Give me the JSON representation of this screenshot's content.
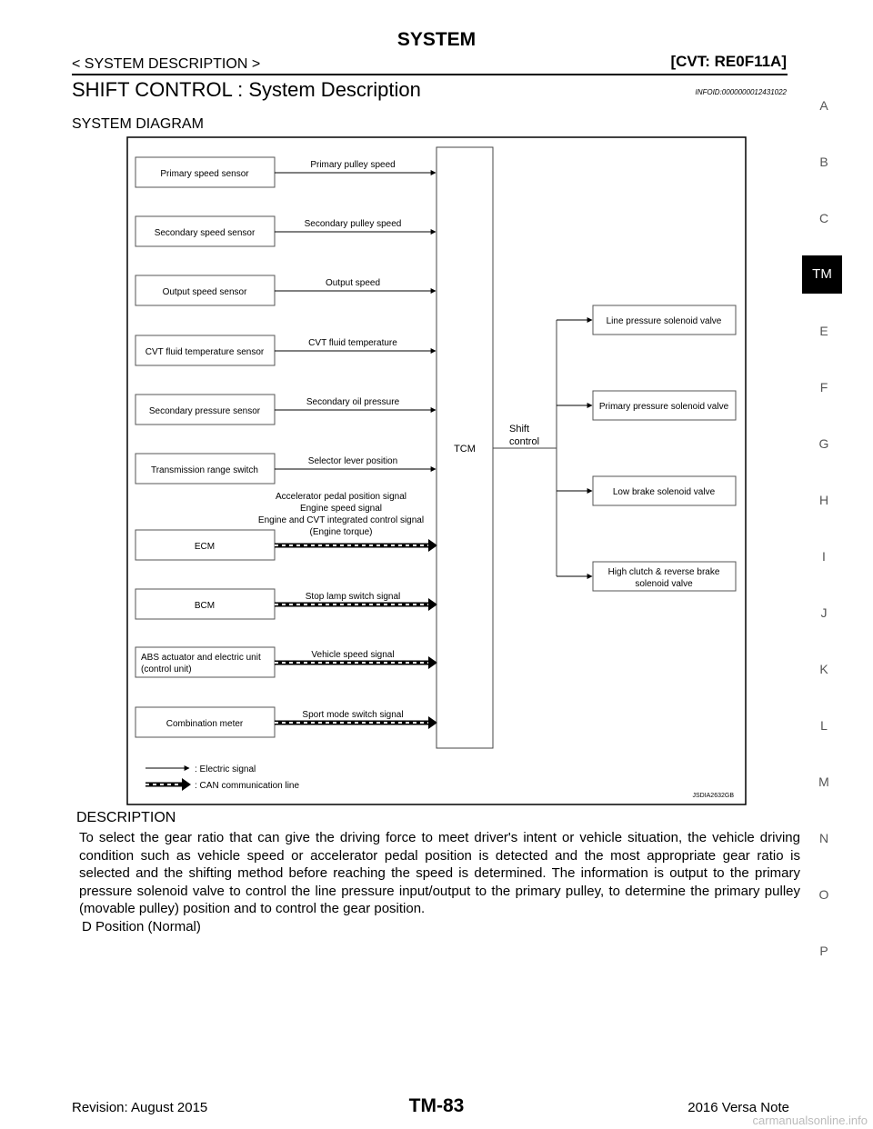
{
  "header": {
    "title": "SYSTEM",
    "breadcrumb": "< SYSTEM DESCRIPTION >",
    "model": "[CVT: RE0F11A]"
  },
  "section": {
    "title": "SHIFT CONTROL : System Description",
    "infoid": "INFOID:0000000012431022"
  },
  "diagram": {
    "heading": "SYSTEM DIAGRAM",
    "inputs": [
      {
        "label": "Primary speed sensor",
        "signal": "Primary pulley speed",
        "type": "electric"
      },
      {
        "label": "Secondary speed sensor",
        "signal": "Secondary pulley speed",
        "type": "electric"
      },
      {
        "label": "Output speed sensor",
        "signal": "Output speed",
        "type": "electric"
      },
      {
        "label": "CVT fluid temperature sensor",
        "signal": "CVT fluid temperature",
        "type": "electric"
      },
      {
        "label": "Secondary pressure sensor",
        "signal": "Secondary oil pressure",
        "type": "electric"
      },
      {
        "label": "Transmission range switch",
        "signal": "Selector lever position",
        "type": "electric"
      },
      {
        "label": "ECM",
        "signal_lines": [
          "Accelerator pedal position signal",
          "Engine speed signal",
          "Engine and CVT integrated control signal",
          "(Engine torque)"
        ],
        "type": "can"
      },
      {
        "label": "BCM",
        "signal": "Stop lamp switch signal",
        "type": "can"
      },
      {
        "label_lines": [
          "ABS actuator and electric unit",
          "(control unit)"
        ],
        "signal": "Vehicle speed signal",
        "type": "can"
      },
      {
        "label": "Combination meter",
        "signal": "Sport mode switch signal",
        "type": "can"
      }
    ],
    "tcm": "TCM",
    "shift_control": [
      "Shift",
      "control"
    ],
    "outputs": [
      {
        "label_lines": [
          "Line pressure solenoid valve"
        ]
      },
      {
        "label_lines": [
          "Primary pressure solenoid valve"
        ]
      },
      {
        "label_lines": [
          "Low brake solenoid valve"
        ]
      },
      {
        "label_lines": [
          "High clutch & reverse brake",
          "solenoid valve"
        ]
      }
    ],
    "legend": [
      {
        "text": ": Electric signal",
        "type": "electric"
      },
      {
        "text": ": CAN communication line",
        "type": "can"
      }
    ],
    "code": "JSDIA2632GB"
  },
  "description": {
    "heading": "DESCRIPTION",
    "body": "To select the gear ratio that can give the driving force to meet driver's intent or vehicle situation, the vehicle driving condition such as vehicle speed or accelerator pedal position is detected and the most appropriate gear ratio is selected and the shifting method before reaching the speed is determined.   The information is output to the primary pressure solenoid valve to control the line pressure input/output to the primary pulley, to determine the primary pulley (movable pulley) position and to control the gear position.",
    "subheading": "D Position (Normal)"
  },
  "side_index": {
    "letters": [
      "A",
      "B",
      "C",
      "TM",
      "E",
      "F",
      "G",
      "H",
      "I",
      "J",
      "K",
      "L",
      "M",
      "N",
      "O",
      "P"
    ],
    "active": "TM"
  },
  "footer": {
    "revision": "Revision: August 2015",
    "page": "TM-83",
    "model": "2016 Versa Note",
    "watermark": "carmanualsonline.info"
  }
}
